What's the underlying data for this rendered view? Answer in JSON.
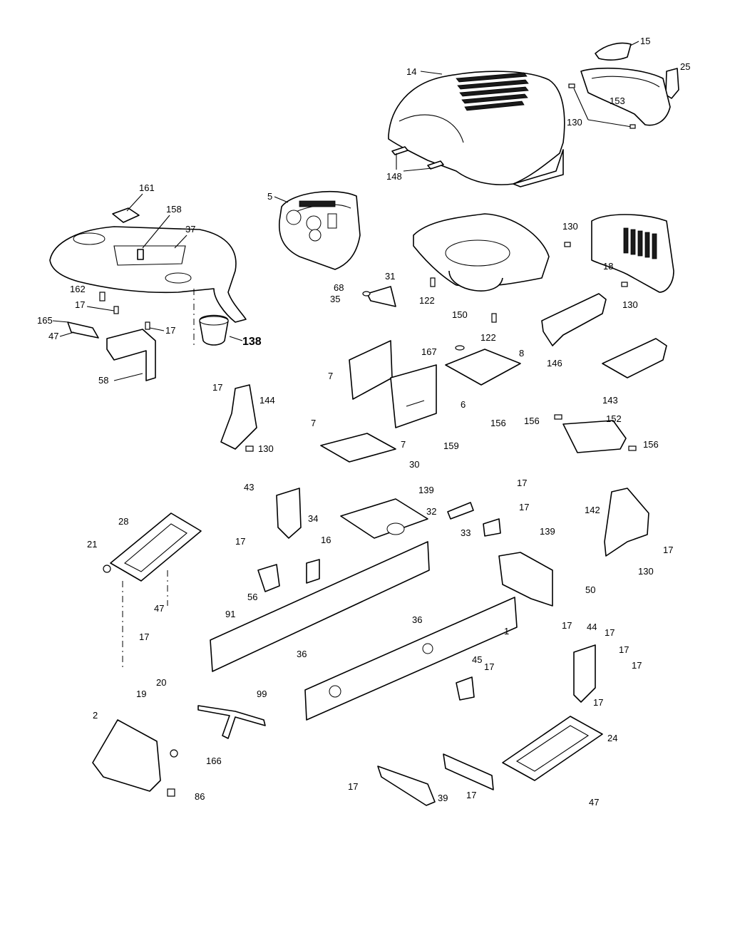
{
  "callouts": {
    "c2": "2",
    "c5": "5",
    "c6": "6",
    "c7": "7",
    "c8": "8",
    "c14": "14",
    "c15": "15",
    "c16": "16",
    "c17": "17",
    "c18": "18",
    "c19": "19",
    "c20": "20",
    "c21": "21",
    "c24": "24",
    "c25": "25",
    "c28": "28",
    "c30": "30",
    "c31": "31",
    "c32": "32",
    "c33": "33",
    "c34": "34",
    "c35": "35",
    "c36": "36",
    "c37": "37",
    "c39": "39",
    "c43": "43",
    "c44": "44",
    "c45": "45",
    "c47": "47",
    "c50": "50",
    "c56": "56",
    "c58": "58",
    "c68": "68",
    "c86": "86",
    "c91": "91",
    "c99": "99",
    "c1": "1",
    "c122": "122",
    "c130": "130",
    "c138": "138",
    "c139": "139",
    "c142": "142",
    "c143": "143",
    "c144": "144",
    "c146": "146",
    "c148": "148",
    "c150": "150",
    "c152": "152",
    "c153": "153",
    "c156": "156",
    "c158": "158",
    "c159": "159",
    "c161": "161",
    "c162": "162",
    "c165": "165",
    "c166": "166",
    "c167": "167"
  }
}
